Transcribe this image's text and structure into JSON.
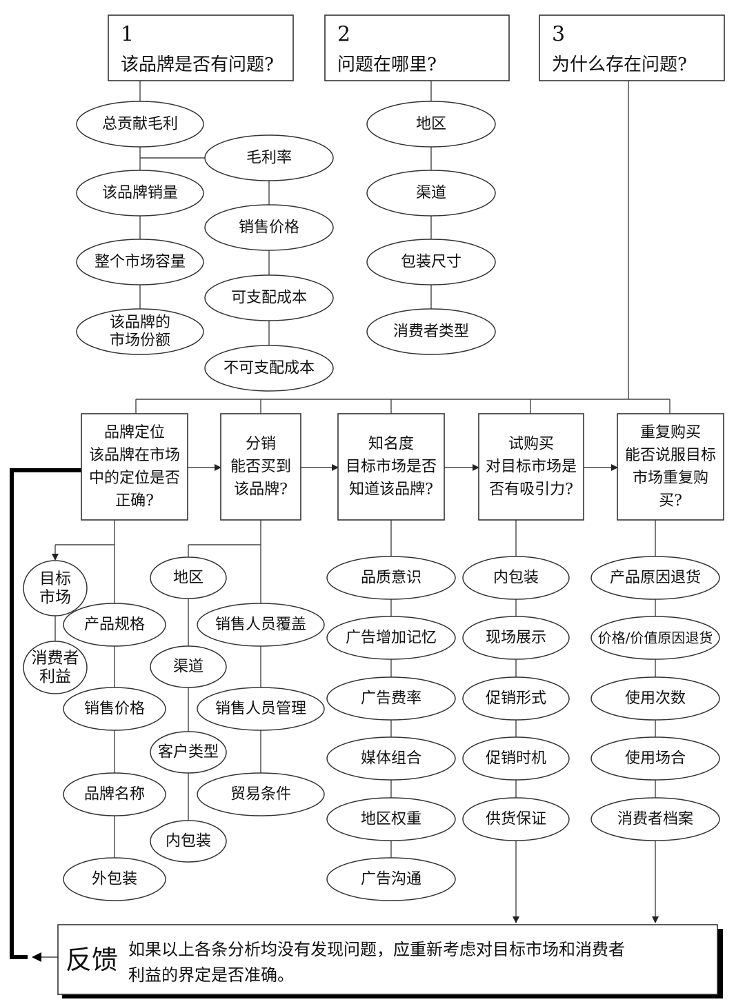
{
  "header_boxes": [
    {
      "num": "1",
      "title": "该品牌是否有问题?"
    },
    {
      "num": "2",
      "title": "问题在哪里?"
    },
    {
      "num": "3",
      "title": "为什么存在问题?"
    }
  ],
  "q1_left_items": [
    "总贡献毛利",
    "该品牌销量",
    "整个市场容量",
    [
      "该品牌的",
      "市场份额"
    ]
  ],
  "q1_right_items": [
    "毛利率",
    "销售价格",
    "可支配成本",
    "不可支配成本"
  ],
  "q2_items": [
    "地区",
    "渠道",
    "包装尺寸",
    "消费者类型"
  ],
  "stages": [
    {
      "lines": [
        "品牌定位",
        "该品牌在市场",
        "中的定位是否",
        "正确?"
      ]
    },
    {
      "lines": [
        "分销",
        "能否买到",
        "该品牌?"
      ]
    },
    {
      "lines": [
        "知名度",
        "目标市场是否",
        "知道该品牌?"
      ]
    },
    {
      "lines": [
        "试购买",
        "对目标市场是",
        "否有吸引力?"
      ]
    },
    {
      "lines": [
        "重复购买",
        "能否说服目标",
        "市场重复购",
        "买?"
      ]
    }
  ],
  "positioning_side_items": [
    [
      "目标",
      "市场"
    ],
    [
      "消费者",
      "利益"
    ]
  ],
  "positioning_items": [
    "产品规格",
    "销售价格",
    "品牌名称",
    "外包装"
  ],
  "distribution_left_items": [
    "地区",
    "渠道",
    "客户类型",
    "内包装"
  ],
  "distribution_right_items": [
    "销售人员覆盖",
    "销售人员管理",
    "贸易条件"
  ],
  "awareness_items": [
    "品质意识",
    "广告增加记忆",
    "广告费率",
    "媒体组合",
    "地区权重",
    "广告沟通"
  ],
  "trial_items": [
    "内包装",
    "现场展示",
    "促销形式",
    "促销时机",
    "供货保证"
  ],
  "repeat_items": [
    "产品原因退货",
    "价格/价值原因退货",
    "使用次数",
    "使用场合",
    "消费者档案"
  ],
  "feedback": {
    "label": "反馈",
    "text_line1": "如果以上各条分析均没有发现问题，应重新考虑对目标市场和消费者",
    "text_line2": "利益的界定是否准确。"
  }
}
